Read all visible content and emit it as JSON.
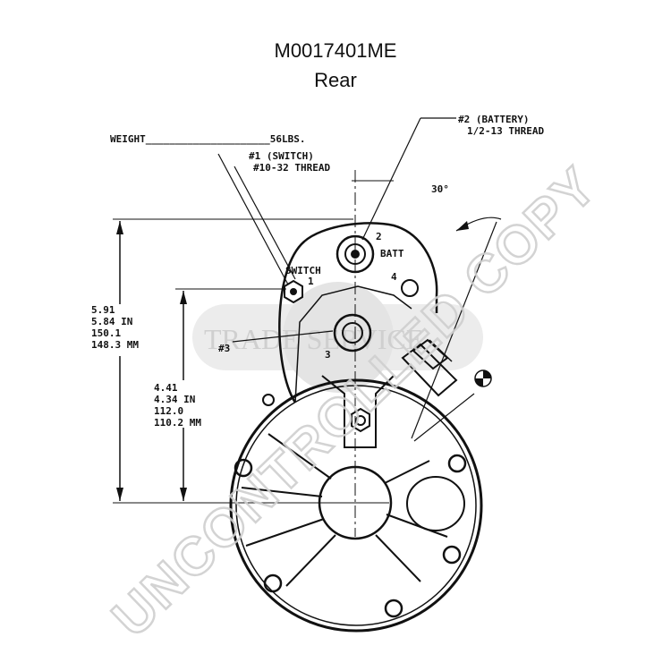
{
  "header": {
    "part_number": "M0017401ME",
    "view": "Rear"
  },
  "labels": {
    "weight": "WEIGHT_____________________56LBS.",
    "terminal1_line1": "#1 (SWITCH)",
    "terminal1_line2": "#10-32 THREAD",
    "terminal2_line1": "#2 (BATTERY)",
    "terminal2_line2": "1/2-13 THREAD",
    "angle": "30°",
    "terminal3": "#3",
    "batt": "BATT",
    "switch": "SWITCH",
    "num1": "1",
    "num2": "2",
    "num3": "3",
    "num4": "4",
    "dim_overall_1": "5.91",
    "dim_overall_2": "5.84 IN",
    "dim_overall_3": "150.1",
    "dim_overall_4": "148.3 MM",
    "dim_center_1": "4.41",
    "dim_center_2": "4.34 IN",
    "dim_center_3": "112.0",
    "dim_center_4": "110.2 MM"
  },
  "watermarks": {
    "stamp": "UNCONTROLLED COPY",
    "brand": "TRADE SERVICE"
  },
  "colors": {
    "line": "#111111",
    "watermark": "#d6d6d6"
  }
}
